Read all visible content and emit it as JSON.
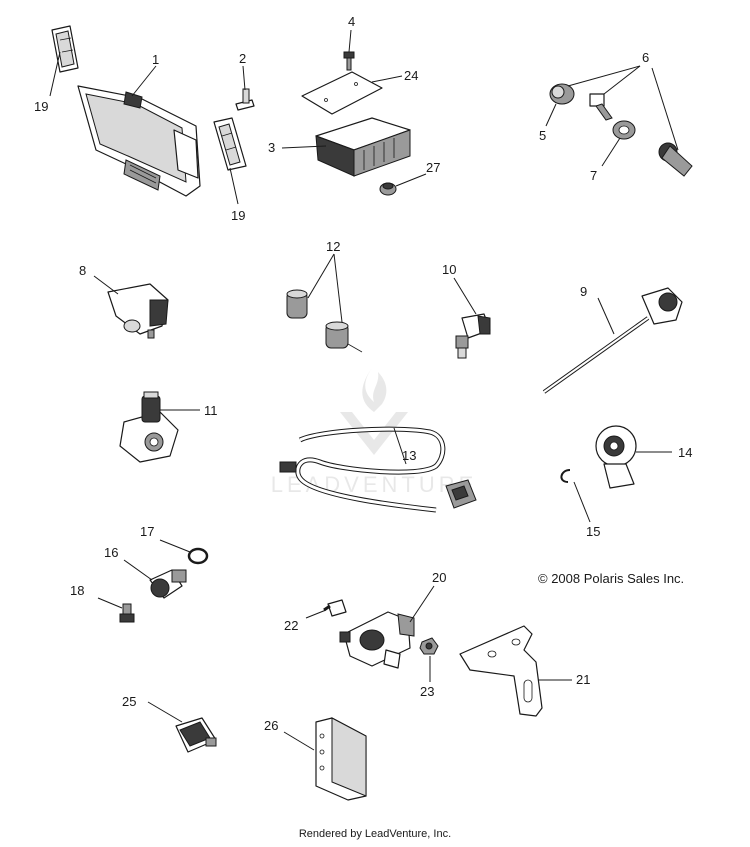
{
  "copyright": "© 2008 Polaris Sales Inc.",
  "footer": "Rendered by LeadVenture, Inc.",
  "watermark": {
    "text": "LEADVENTURE"
  },
  "callouts": {
    "c1": "1",
    "c2": "2",
    "c3": "3",
    "c4": "4",
    "c5": "5",
    "c6": "6",
    "c7": "7",
    "c8": "8",
    "c9": "9",
    "c10": "10",
    "c11": "11",
    "c12": "12",
    "c13": "13",
    "c14": "14",
    "c15": "15",
    "c16": "16",
    "c17": "17",
    "c18": "18",
    "c19a": "19",
    "c19b": "19",
    "c20": "20",
    "c21": "21",
    "c22": "22",
    "c23": "23",
    "c24": "24",
    "c25": "25",
    "c26": "26",
    "c27": "27"
  }
}
